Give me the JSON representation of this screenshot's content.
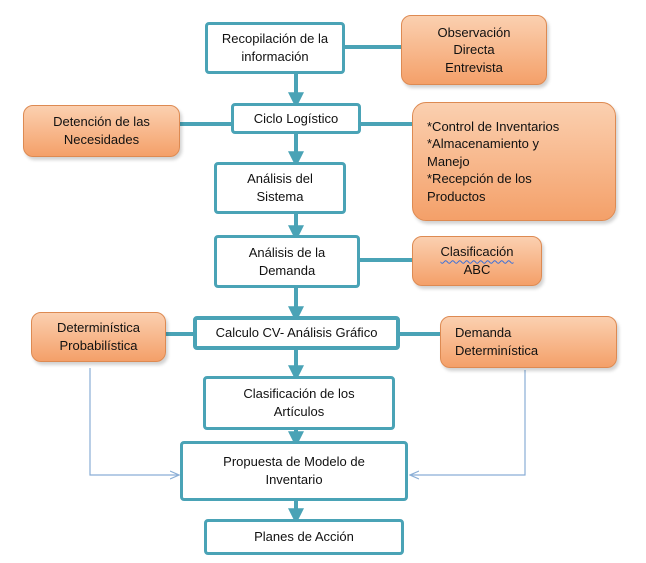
{
  "colors": {
    "main_border": "#4aa3b6",
    "connector": "#4aa3b6",
    "thin_connector": "#8aaed6",
    "side_fill_top": "#fbd0b0",
    "side_fill_bottom": "#f4a069",
    "side_border": "#dd8a52"
  },
  "main_flow": {
    "recopilacion": [
      "Recopilación de la",
      "información"
    ],
    "ciclo": [
      "Ciclo  Logístico"
    ],
    "analisis_sistema": [
      "Análisis del",
      "Sistema"
    ],
    "analisis_demanda": [
      "Análisis de la",
      "Demanda"
    ],
    "calculo": [
      "Calculo CV- Análisis Gráfico"
    ],
    "clasificacion_articulos": [
      "Clasificación de los",
      "Artículos"
    ],
    "propuesta": [
      "Propuesta de Modelo de",
      "Inventario"
    ],
    "planes": [
      "Planes de Acción"
    ]
  },
  "side_notes": {
    "observacion": [
      "Observación",
      "Directa",
      "Entrevista"
    ],
    "deteccion": [
      "Detención de las",
      "Necesidades"
    ],
    "control": [
      "*Control de Inventarios",
      "*Almacenamiento y",
      "Manejo",
      "*Recepción de los",
      "Productos"
    ],
    "clasificacion_abc": [
      "Clasificación",
      "ABC"
    ],
    "deterministica_prob": [
      "Determinística",
      "Probabilística"
    ],
    "demanda_det": [
      "Demanda",
      "Determinística"
    ]
  }
}
